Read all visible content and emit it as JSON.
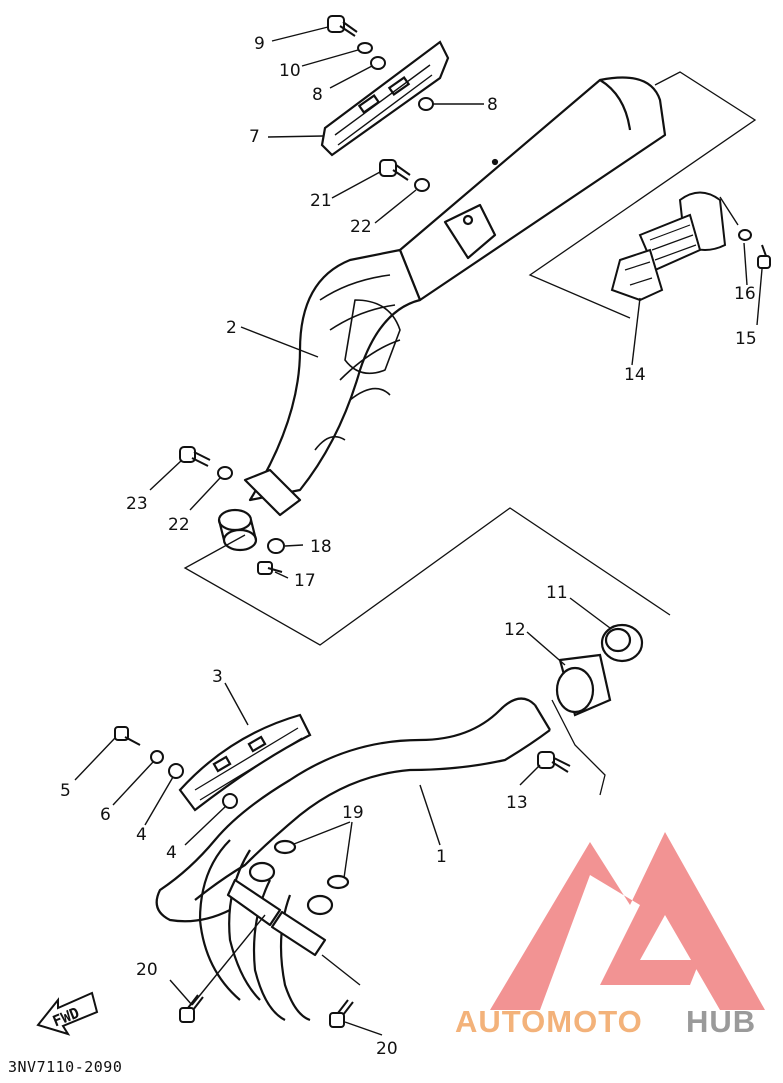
{
  "diagram": {
    "code": "3NV7110-2090",
    "fwd_label": "FWD",
    "callouts": [
      {
        "id": "c9",
        "text": "9"
      },
      {
        "id": "c10",
        "text": "10"
      },
      {
        "id": "c8a",
        "text": "8"
      },
      {
        "id": "c8b",
        "text": "8"
      },
      {
        "id": "c7",
        "text": "7"
      },
      {
        "id": "c21",
        "text": "21"
      },
      {
        "id": "c22a",
        "text": "22"
      },
      {
        "id": "c2",
        "text": "2"
      },
      {
        "id": "c16",
        "text": "16"
      },
      {
        "id": "c15",
        "text": "15"
      },
      {
        "id": "c14",
        "text": "14"
      },
      {
        "id": "c23",
        "text": "23"
      },
      {
        "id": "c22b",
        "text": "22"
      },
      {
        "id": "c18",
        "text": "18"
      },
      {
        "id": "c17",
        "text": "17"
      },
      {
        "id": "c11",
        "text": "11"
      },
      {
        "id": "c12",
        "text": "12"
      },
      {
        "id": "c3",
        "text": "3"
      },
      {
        "id": "c5",
        "text": "5"
      },
      {
        "id": "c6",
        "text": "6"
      },
      {
        "id": "c4a",
        "text": "4"
      },
      {
        "id": "c4b",
        "text": "4"
      },
      {
        "id": "c13",
        "text": "13"
      },
      {
        "id": "c19",
        "text": "19"
      },
      {
        "id": "c1",
        "text": "1"
      },
      {
        "id": "c20a",
        "text": "20"
      },
      {
        "id": "c20b",
        "text": "20"
      }
    ]
  },
  "watermark": {
    "part1": "AUTOMOTO",
    "part2": "HUB",
    "color_logo": "#ee6f6f",
    "color_auto": "#f3b27a",
    "color_moto": "#f08a8a",
    "color_hub": "#9a9a9a"
  }
}
